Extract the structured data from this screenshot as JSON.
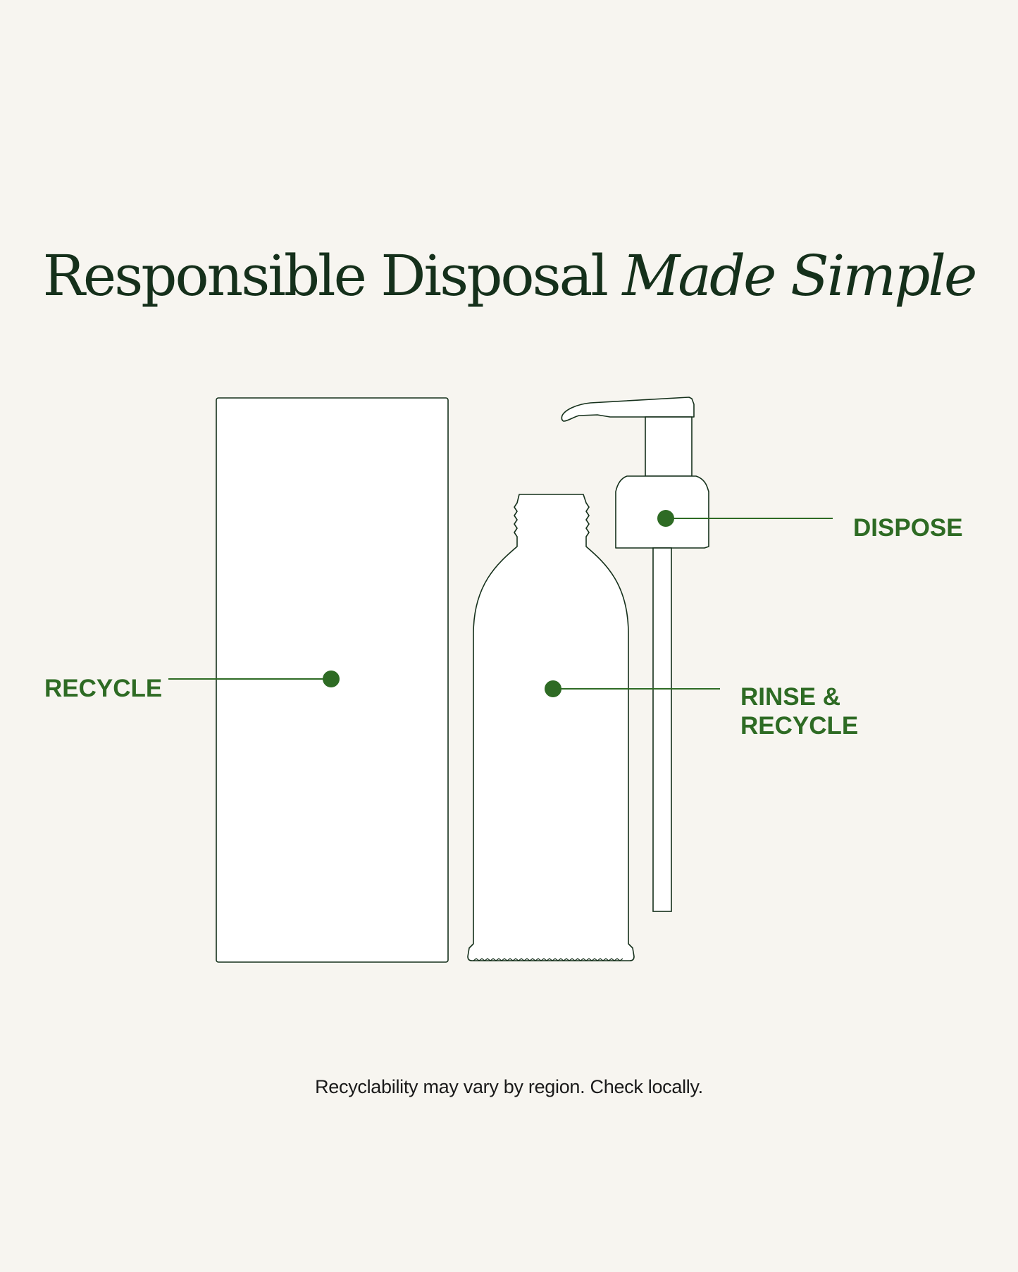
{
  "title": {
    "regular": "Responsible Disposal",
    "italic": "Made Simple"
  },
  "callouts": {
    "box": "RECYCLE",
    "pump": "DISPOSE",
    "bottle_line1": "RINSE &",
    "bottle_line2": "RECYCLE"
  },
  "footnote": "Recyclability may vary by region. Check locally.",
  "colors": {
    "background": "#f7f5f0",
    "accent_green": "#2e6b24",
    "outline": "#15301b"
  }
}
